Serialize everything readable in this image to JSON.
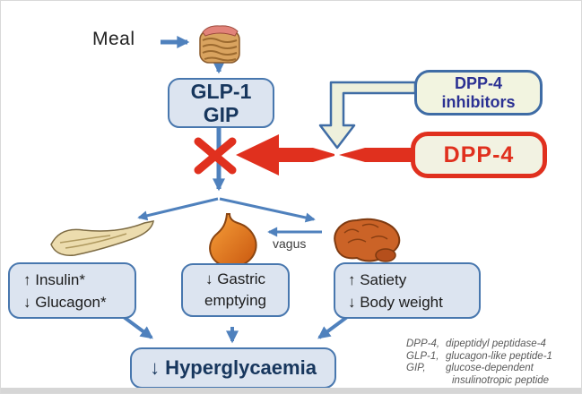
{
  "labels": {
    "meal": "Meal",
    "vagus": "vagus"
  },
  "boxes": {
    "incretin": {
      "line1": "GLP-1",
      "line2": "GIP"
    },
    "inhibitors": {
      "line1": "DPP-4",
      "line2": "inhibitors"
    },
    "dpp4": {
      "label": "DPP-4"
    },
    "insulin": {
      "line1": "↑ Insulin*",
      "line2": "↓ Glucagon*"
    },
    "gastric": {
      "line1": "↓ Gastric",
      "line2": "emptying"
    },
    "satiety": {
      "line1": "↑ Satiety",
      "line2": "↓ Body weight"
    },
    "outcome": {
      "label": "↓ Hyperglycaemia"
    }
  },
  "footnote": {
    "lines": [
      {
        "abbr": "DPP-4,",
        "text": "dipeptidyl peptidase-4"
      },
      {
        "abbr": "GLP-1,",
        "text": "glucagon-like peptide-1"
      },
      {
        "abbr": "GIP,",
        "text": "glucose-dependent"
      },
      {
        "abbr": "",
        "text": "insulinotropic peptide"
      }
    ]
  },
  "colors": {
    "flow_blue": "#4f81bd",
    "box_fill": "#dce4f0",
    "box_border": "#4877ae",
    "navy_text": "#17365d",
    "indigo_text": "#2b3193",
    "red": "#e0301e",
    "cream": "#f2f3e0",
    "footnote_gray": "#595959"
  },
  "icons": {
    "intestine": "intestine-icon",
    "pancreas": "pancreas-icon",
    "stomach": "stomach-icon",
    "brain": "brain-icon"
  }
}
